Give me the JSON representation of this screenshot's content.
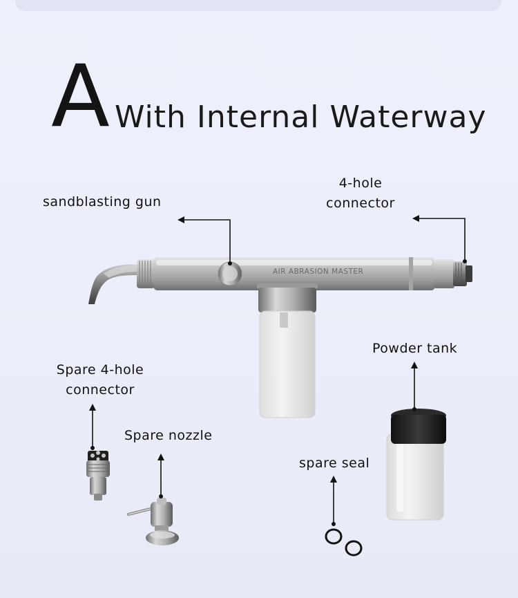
{
  "title": {
    "letter": "A",
    "text": "With Internal Waterway"
  },
  "gun": {
    "engraving": "AIR ABRASION MASTER"
  },
  "labels": {
    "sandblasting_gun": "sandblasting gun",
    "connector": [
      "4-hole",
      "connector"
    ],
    "powder_tank": "Powder tank",
    "spare_connector": [
      "Spare 4-hole",
      "connector"
    ],
    "spare_nozzle": "Spare nozzle",
    "spare_seal": "spare seal"
  }
}
